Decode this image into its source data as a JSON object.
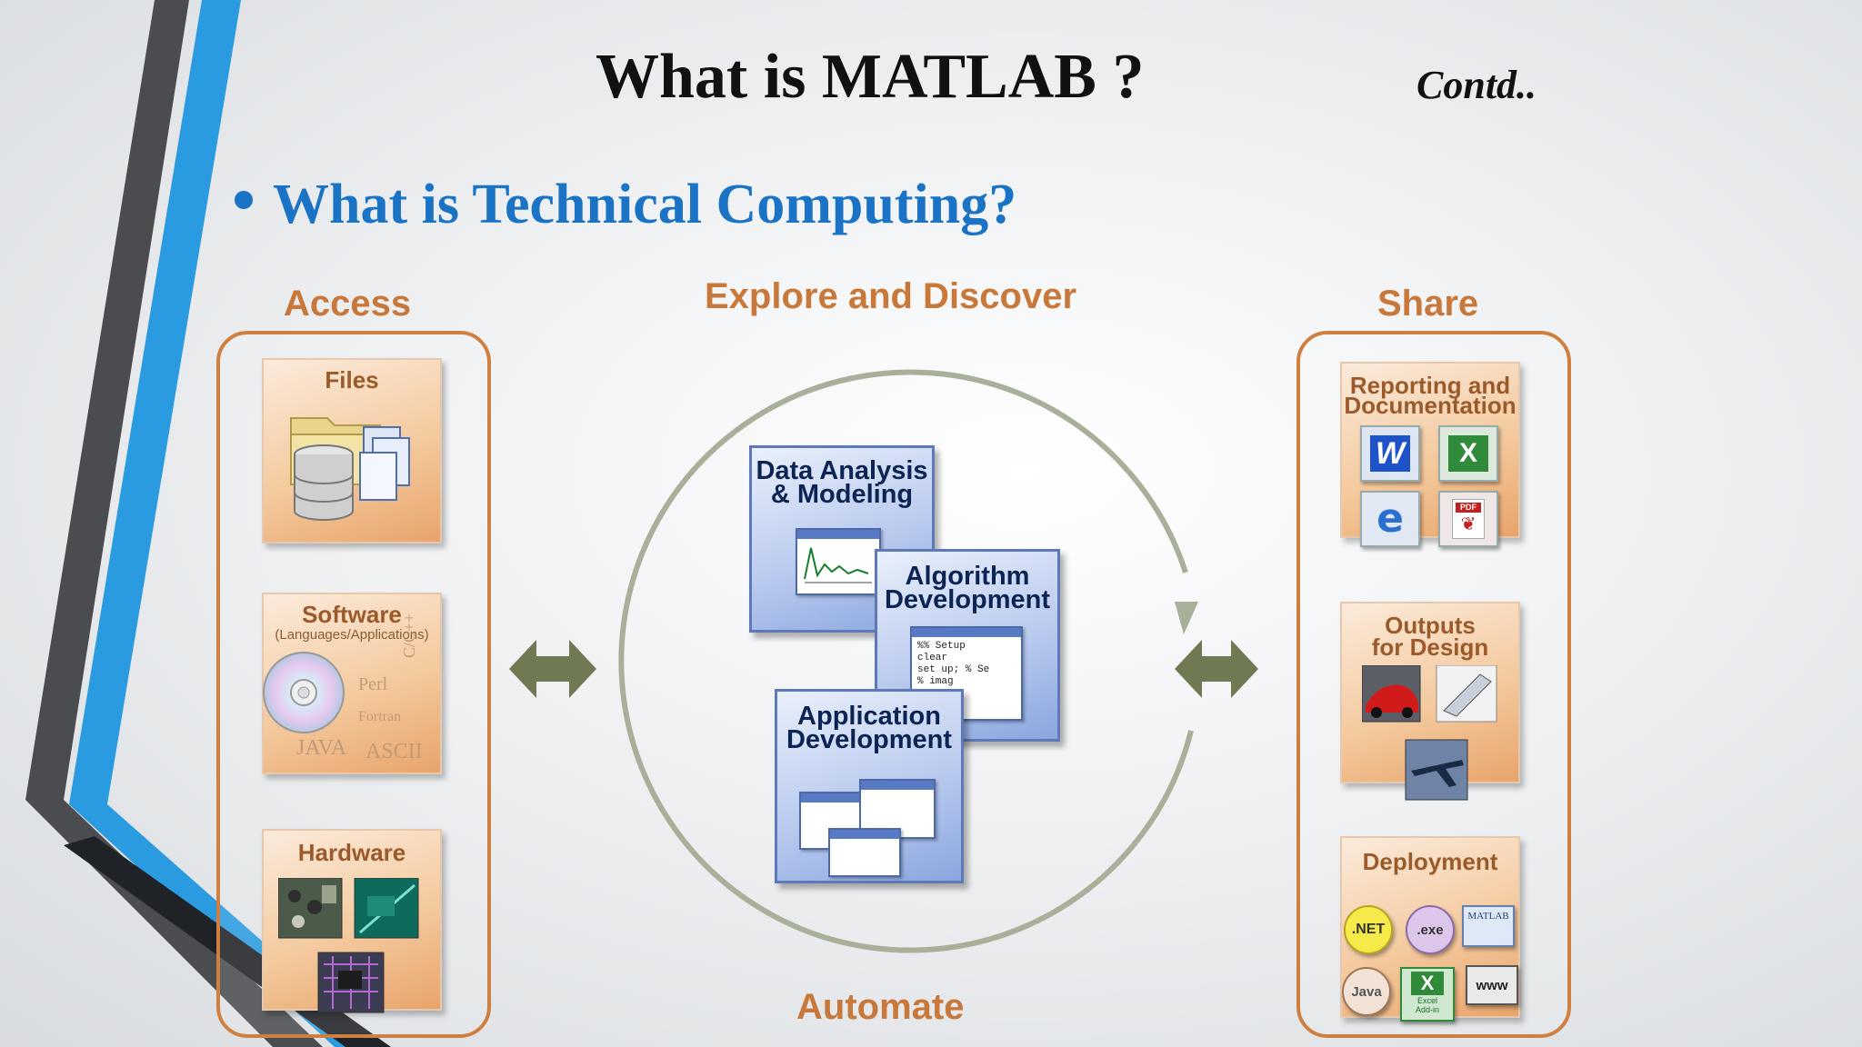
{
  "slide": {
    "title": "What is MATLAB ?",
    "contd": "Contd..",
    "bullet": "What is Technical Computing?"
  },
  "sections": {
    "access": "Access",
    "explore": "Explore and Discover",
    "share": "Share",
    "automate": "Automate"
  },
  "access_cards": {
    "files": "Files",
    "software": "Software",
    "software_sub": "(Languages/Applications)",
    "software_langs": [
      "Perl",
      "C/C++",
      "Fortran",
      "JAVA",
      "ASCII"
    ],
    "hardware": "Hardware"
  },
  "explore_cards": {
    "data_analysis_1": "Data Analysis",
    "data_analysis_2": "& Modeling",
    "algorithm_1": "Algorithm",
    "algorithm_2": "Development",
    "code_lines": [
      "%% Setup",
      "clear",
      "set up; % Se",
      "% imag"
    ],
    "application_1": "Application",
    "application_2": "Development"
  },
  "share_cards": {
    "reporting_1": "Reporting and",
    "reporting_2": "Documentation",
    "outputs_1": "Outputs",
    "outputs_2": "for Design",
    "deployment": "Deployment",
    "icons": {
      "word": "W",
      "excel": "X",
      "ie": "e",
      "pdf": "PDF",
      "net": ".NET",
      "exe": ".exe",
      "matlab": "MATLAB",
      "java": "Java",
      "excel_addin_1": "Excel",
      "excel_addin_2": "Add-in",
      "www": "www"
    }
  },
  "colors": {
    "accent_blue": "#1a73c4",
    "section_orange": "#c8783a",
    "panel_border": "#cf8040",
    "arrow_green": "#6f7a52",
    "circle_gray": "#a9b09a"
  }
}
